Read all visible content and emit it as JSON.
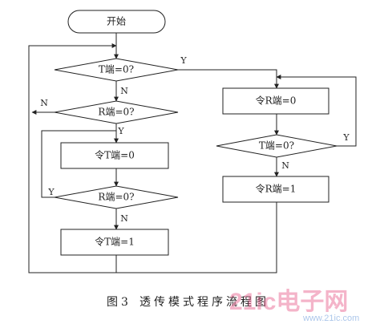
{
  "nodes": {
    "start": "开始",
    "d1": "T端=0?",
    "d2": "R端=0?",
    "p1": "令T端=0",
    "d3": "R端=0?",
    "p2": "令T端=1",
    "p3": "令R端=0",
    "d4": "T端=0?",
    "p4": "令R端=1"
  },
  "labels": {
    "d1_yes": "Y",
    "d1_no": "N",
    "d2_no": "N",
    "d2_yes": "Y",
    "d3_yes": "Y",
    "d3_no": "N",
    "d4_yes": "Y",
    "d4_no": "N"
  },
  "caption": {
    "figure": "图3",
    "title": "透传模式程序流程图"
  },
  "watermark": {
    "logo_text": "21ic电子网",
    "url": "www.21ic.com"
  },
  "colors": {
    "stroke": "#222222",
    "watermark_pink": "#e85a8a",
    "watermark_blue": "#5a8fd6"
  }
}
